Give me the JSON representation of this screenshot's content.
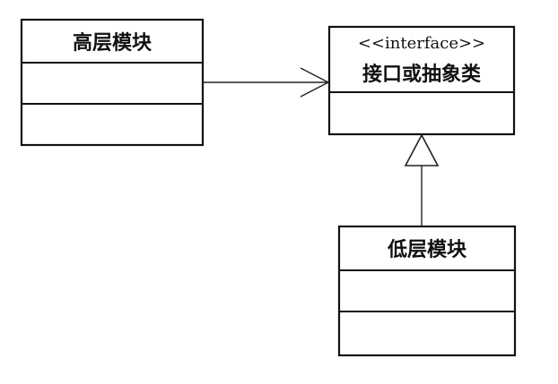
{
  "high_module": {
    "name": "高层模块"
  },
  "interface_box": {
    "stereotype": "<<interface>>",
    "name": "接口或抽象类"
  },
  "low_module": {
    "name": "低层模块"
  },
  "colors": {
    "line": "#111111",
    "background": "#ffffff"
  }
}
